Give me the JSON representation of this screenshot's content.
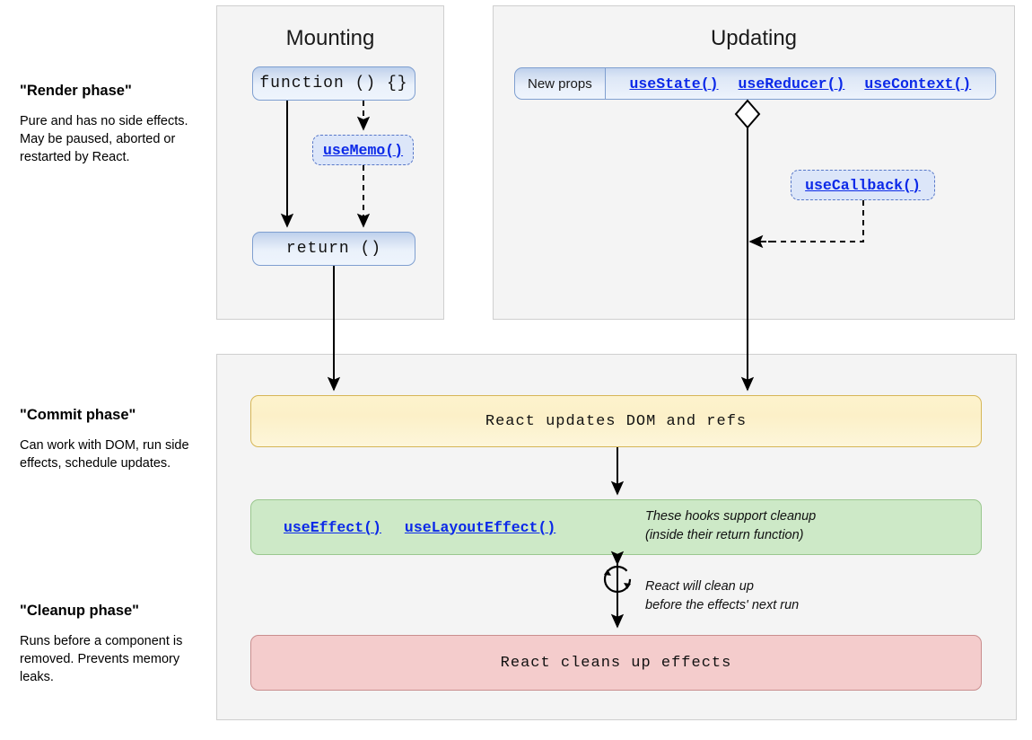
{
  "phases": [
    {
      "id": "render",
      "title": "\"Render phase\"",
      "description": "Pure and has no side effects. May be paused, aborted or restarted by React."
    },
    {
      "id": "commit",
      "title": "\"Commit phase\"",
      "description": "Can work with DOM, run side effects, schedule updates."
    },
    {
      "id": "cleanup",
      "title": "\"Cleanup phase\"",
      "description": "Runs before a component is removed. Prevents memory leaks."
    }
  ],
  "panels": {
    "mounting": {
      "title": "Mounting"
    },
    "updating": {
      "title": "Updating"
    },
    "commit": {
      "title": ""
    }
  },
  "mounting": {
    "function_box": "function () {}",
    "use_memo": "useMemo()",
    "return_box": "return ()"
  },
  "updating": {
    "new_props": "New props",
    "hooks": [
      {
        "label": "useState()"
      },
      {
        "label": "useReducer()"
      },
      {
        "label": "useContext()"
      }
    ],
    "use_callback": "useCallback()"
  },
  "commit": {
    "react_updates": "React updates DOM and refs",
    "effect_hooks": [
      {
        "label": "useEffect()"
      },
      {
        "label": "useLayoutEffect()"
      }
    ],
    "effects_note_line1": "These hooks support cleanup",
    "effects_note_line2": "(inside their return function)",
    "cleanup_note_line1": "React will clean up",
    "cleanup_note_line2": "before the effects' next run",
    "react_cleans": "React cleans up effects"
  },
  "colors": {
    "panel_bg": "#f4f4f4",
    "panel_border": "#cfcfcf",
    "blue_fill": "#dce6f9",
    "blue_border": "#7f9fd0",
    "hook_link": "#0b29e8",
    "yellow_fill": "#fdf2cd",
    "yellow_border": "#d6b656",
    "green_fill": "#cde9c7",
    "green_border": "#9ac78e",
    "red_fill": "#f4cccc",
    "red_border": "#c98e8e",
    "arrow": "#000000"
  },
  "icons": {
    "diamond": "diamond-connector-icon",
    "loop": "cleanup-loop-icon"
  }
}
